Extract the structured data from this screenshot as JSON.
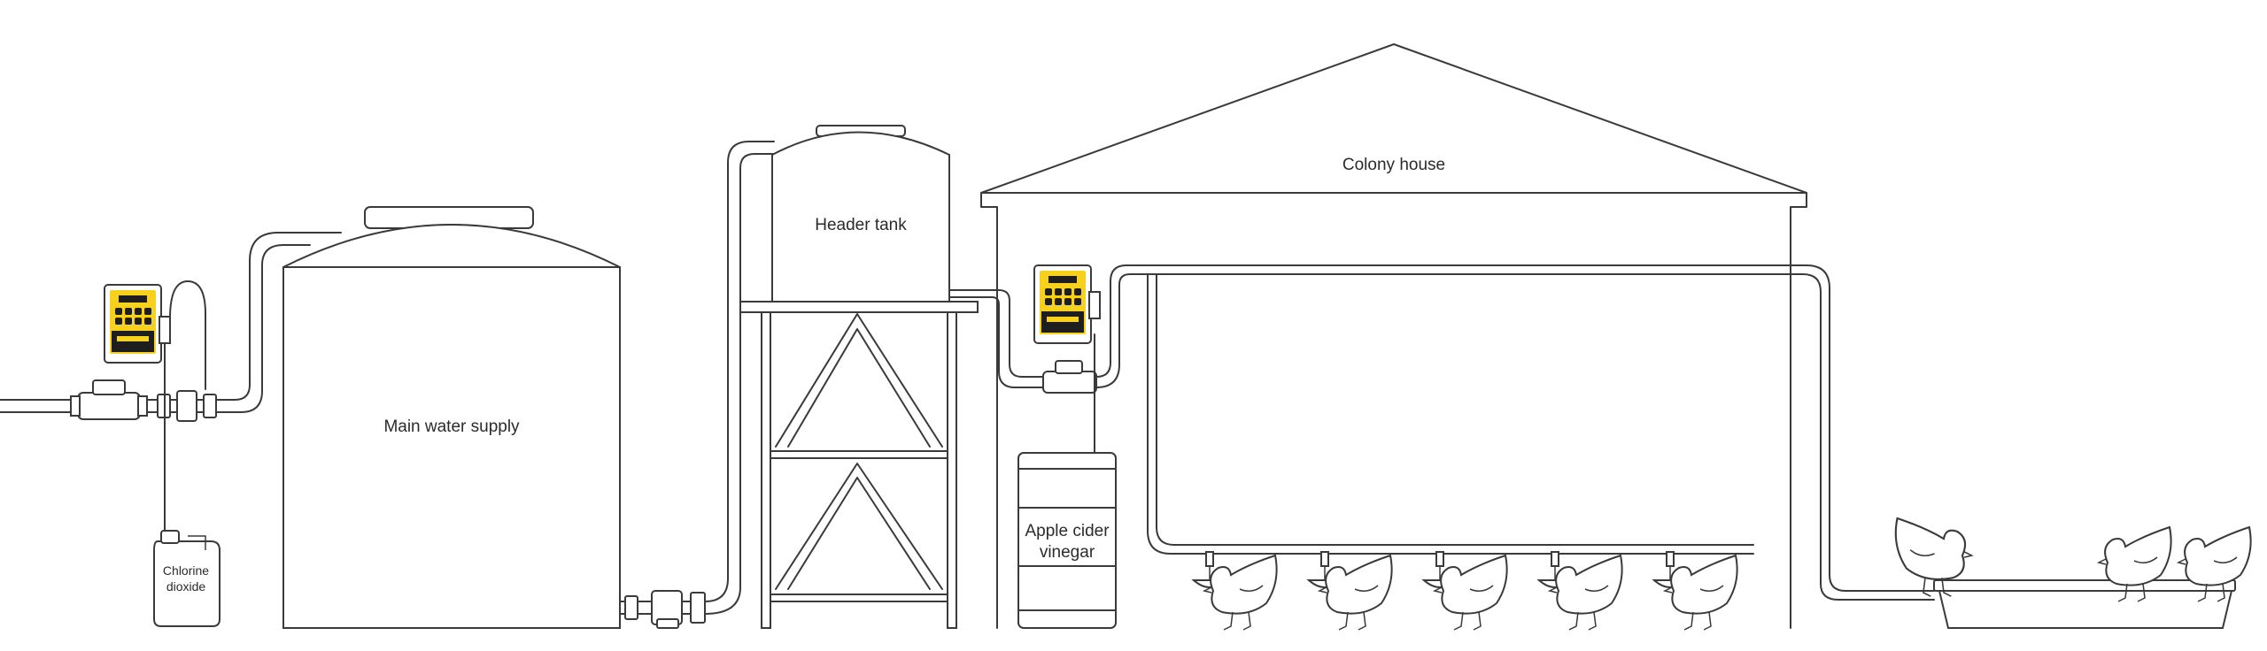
{
  "labels": {
    "colony_house": "Colony house",
    "header_tank": "Header tank",
    "main_water_supply": "Main water supply",
    "chlorine_dioxide_line1": "Chlorine",
    "chlorine_dioxide_line2": "dioxide",
    "apple_cider_vinegar_line1": "Apple cider",
    "apple_cider_vinegar_line2": "vinegar"
  },
  "colors": {
    "line": "#3a3a3a",
    "doser_body": "#f6d21e",
    "doser_panel": "#1e1e1e"
  },
  "icons": {
    "doser_unit": "dosing-pump-icon",
    "water_meter": "water-meter-icon",
    "valve": "valve-icon",
    "chicken": "chicken-icon",
    "drinker": "nipple-drinker-icon"
  }
}
